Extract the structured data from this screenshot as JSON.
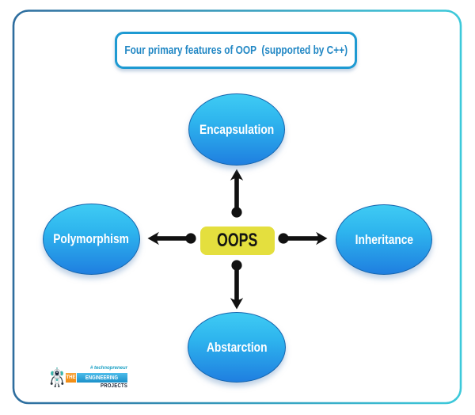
{
  "title": {
    "text": "Four primary features of OOP  (supported by C++)"
  },
  "center": {
    "label": "OOPS"
  },
  "nodes": [
    {
      "id": "encapsulation",
      "label": "Encapsulation",
      "position": "top"
    },
    {
      "id": "polymorphism",
      "label": "Polymorphism",
      "position": "left"
    },
    {
      "id": "inheritance",
      "label": "Inheritance",
      "position": "right"
    },
    {
      "id": "abstraction",
      "label": "Abstarction",
      "position": "bottom"
    }
  ],
  "arrows": [
    {
      "from": "center",
      "to": "encapsulation",
      "direction": "up"
    },
    {
      "from": "center",
      "to": "polymorphism",
      "direction": "left"
    },
    {
      "from": "center",
      "to": "inheritance",
      "direction": "right"
    },
    {
      "from": "center",
      "to": "abstraction",
      "direction": "down"
    }
  ],
  "logo": {
    "hashtag": "# technopreneur",
    "word_the": "THE",
    "word_engineering": "ENGINEERING",
    "word_projects": "PROJECTS"
  },
  "colors": {
    "frame_gradient_left": "#2e6d9e",
    "frame_gradient_right": "#3cc9da",
    "title_border": "#1e9ad2",
    "title_text": "#1f86c0",
    "node_gradient_top": "#3dc9f2",
    "node_gradient_bottom": "#1c7de0",
    "node_border": "#1a5ea6",
    "center_background": "#e4df3e",
    "arrow": "#111111",
    "logo_orange": "#f18a10",
    "logo_blue": "#2aa9e0"
  }
}
